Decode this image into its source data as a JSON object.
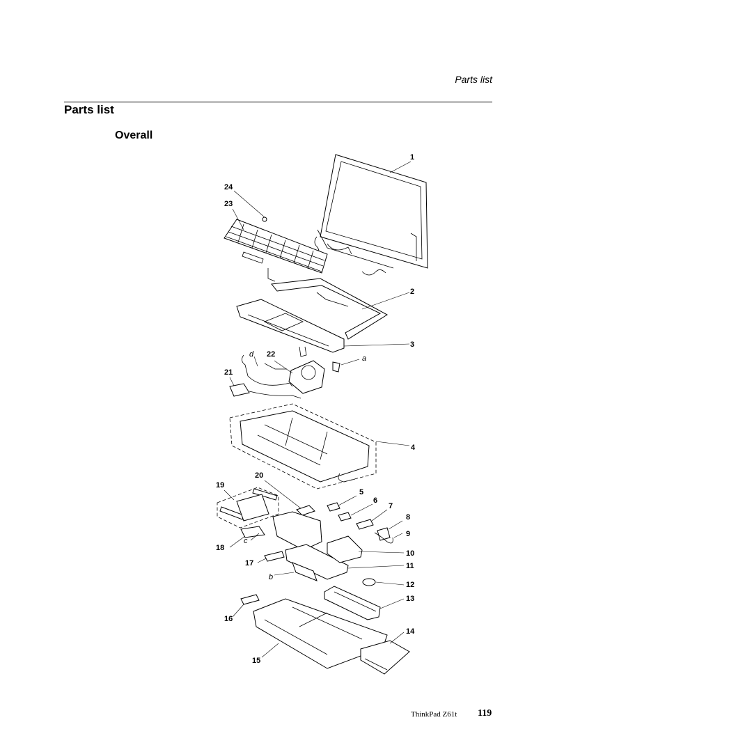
{
  "header": {
    "running_title": "Parts list"
  },
  "section": {
    "title": "Parts list",
    "subtitle": "Overall"
  },
  "callouts": {
    "c1": "1",
    "c2": "2",
    "c3": "3",
    "c4": "4",
    "c5": "5",
    "c6": "6",
    "c7": "7",
    "c8": "8",
    "c9": "9",
    "c10": "10",
    "c11": "11",
    "c12": "12",
    "c13": "13",
    "c14": "14",
    "c15": "15",
    "c16": "16",
    "c17": "17",
    "c18": "18",
    "c19": "19",
    "c20": "20",
    "c21": "21",
    "c22": "22",
    "c23": "23",
    "c24": "24",
    "a": "a",
    "b": "b",
    "c": "c",
    "d": "d"
  },
  "footer": {
    "product": "ThinkPad Z61t",
    "page_number": "119"
  }
}
